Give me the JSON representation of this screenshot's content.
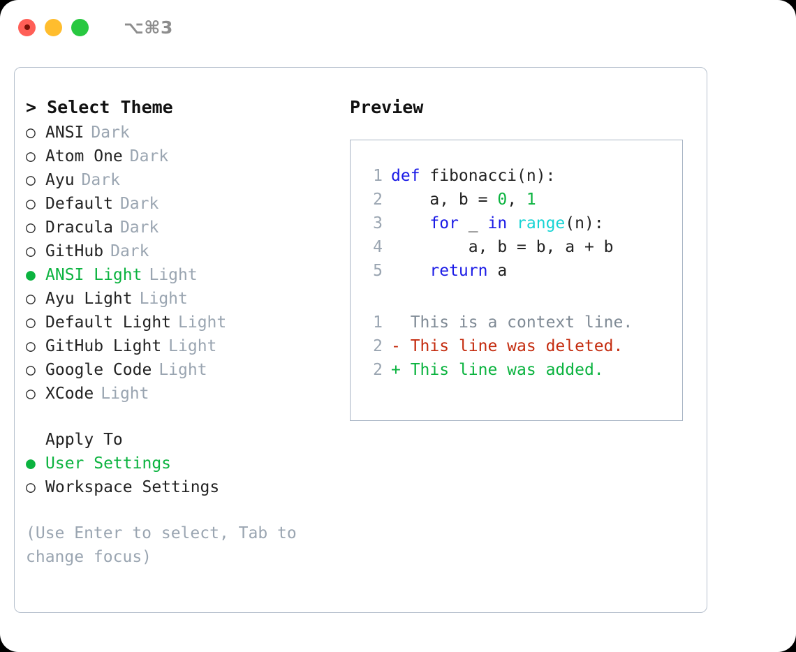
{
  "titlebar": {
    "shortcut": "⌥⌘3",
    "lights": [
      {
        "name": "close-button",
        "color": "#ff5f57"
      },
      {
        "name": "minimize-button",
        "color": "#ffbd2e"
      },
      {
        "name": "maximize-button",
        "color": "#28c840"
      }
    ]
  },
  "theme_picker": {
    "header": "> Select Theme",
    "items": [
      {
        "marker": "○",
        "name": "ANSI",
        "kind": "Dark",
        "selected": false
      },
      {
        "marker": "○",
        "name": "Atom One",
        "kind": "Dark",
        "selected": false
      },
      {
        "marker": "○",
        "name": "Ayu",
        "kind": "Dark",
        "selected": false
      },
      {
        "marker": "○",
        "name": "Default",
        "kind": "Dark",
        "selected": false
      },
      {
        "marker": "○",
        "name": "Dracula",
        "kind": "Dark",
        "selected": false
      },
      {
        "marker": "○",
        "name": "GitHub",
        "kind": "Dark",
        "selected": false
      },
      {
        "marker": "●",
        "name": "ANSI Light",
        "kind": "Light",
        "selected": true
      },
      {
        "marker": "○",
        "name": "Ayu Light",
        "kind": "Light",
        "selected": false
      },
      {
        "marker": "○",
        "name": "Default Light",
        "kind": "Light",
        "selected": false
      },
      {
        "marker": "○",
        "name": "GitHub Light",
        "kind": "Light",
        "selected": false
      },
      {
        "marker": "○",
        "name": "Google Code",
        "kind": "Light",
        "selected": false
      },
      {
        "marker": "○",
        "name": "XCode",
        "kind": "Light",
        "selected": false
      }
    ]
  },
  "apply_to": {
    "header": "Apply To",
    "items": [
      {
        "marker": "●",
        "name": "User Settings",
        "selected": true
      },
      {
        "marker": "○",
        "name": "Workspace Settings",
        "selected": false
      }
    ]
  },
  "hint": "(Use Enter to select, Tab to change focus)",
  "preview": {
    "title": "Preview",
    "code_lines": [
      {
        "n": "1",
        "tokens": [
          {
            "t": "def ",
            "c": "kw"
          },
          {
            "t": "fibonacci(n):",
            "c": "txt"
          }
        ]
      },
      {
        "n": "2",
        "tokens": [
          {
            "t": "    a, b = ",
            "c": "txt"
          },
          {
            "t": "0",
            "c": "num"
          },
          {
            "t": ", ",
            "c": "txt"
          },
          {
            "t": "1",
            "c": "num"
          }
        ]
      },
      {
        "n": "3",
        "tokens": [
          {
            "t": "    ",
            "c": "txt"
          },
          {
            "t": "for",
            "c": "kw"
          },
          {
            "t": " _ ",
            "c": "txt"
          },
          {
            "t": "in",
            "c": "kw"
          },
          {
            "t": " ",
            "c": "txt"
          },
          {
            "t": "range",
            "c": "fn"
          },
          {
            "t": "(n):",
            "c": "txt"
          }
        ]
      },
      {
        "n": "4",
        "tokens": [
          {
            "t": "        a, b = b, a + b",
            "c": "txt"
          }
        ]
      },
      {
        "n": "5",
        "tokens": [
          {
            "t": "    ",
            "c": "txt"
          },
          {
            "t": "return",
            "c": "kw"
          },
          {
            "t": " a",
            "c": "txt"
          }
        ]
      }
    ],
    "diff_lines": [
      {
        "n": "1",
        "sign": "  ",
        "text": "This is a context line.",
        "kind": "ctx"
      },
      {
        "n": "2",
        "sign": "- ",
        "text": "This line was deleted.",
        "kind": "del"
      },
      {
        "n": "2",
        "sign": "+ ",
        "text": "This line was added.",
        "kind": "add"
      }
    ]
  },
  "colors": {
    "accent_green": "#0bb33f",
    "keyword_blue": "#1a1ae6",
    "function_cyan": "#17d4d4",
    "diff_red": "#c42b0e",
    "muted_gray": "#9aa5b1",
    "border": "#b6c0cd"
  }
}
